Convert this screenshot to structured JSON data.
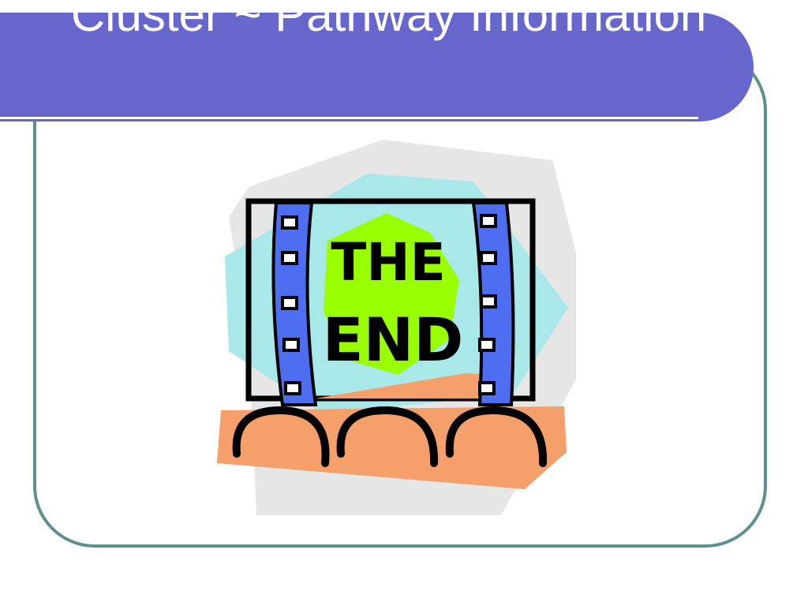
{
  "slide": {
    "title": "Cluster ~ Pathway Information",
    "clipart": {
      "icon": "the-end-film-screen-icon",
      "screen_text_line1": "THE",
      "screen_text_line2": "END"
    }
  },
  "colors": {
    "banner": "#6666cc",
    "frame_border": "#5f8f8f",
    "film_strip": "#4d6ef0",
    "screen_backdrop": "#a8e8e8",
    "starburst": "#99ff00",
    "seats": "#f5a06a",
    "background_shape": "#e6e6e6"
  }
}
